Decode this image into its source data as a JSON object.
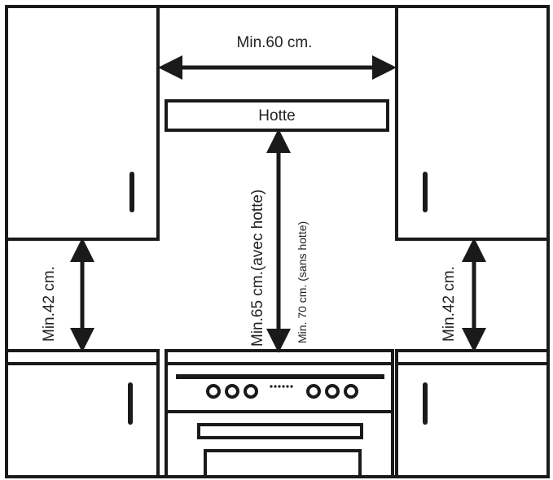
{
  "labels": {
    "width_min": "Min.60  cm.",
    "hood": "Hotte",
    "height_with_hood": "Min.65  cm.(avec hotte)",
    "height_without_hood": "Min. 70 cm. (sans hotte)",
    "clearance_left": "Min.42 cm.",
    "clearance_right": "Min.42 cm."
  },
  "colors": {
    "line": "#1a1a1a",
    "background": "#ffffff"
  },
  "icons": {
    "cabinet_handle": "handle-icon",
    "burner": "burner-icon",
    "control_dots": "control-dots-icon"
  }
}
